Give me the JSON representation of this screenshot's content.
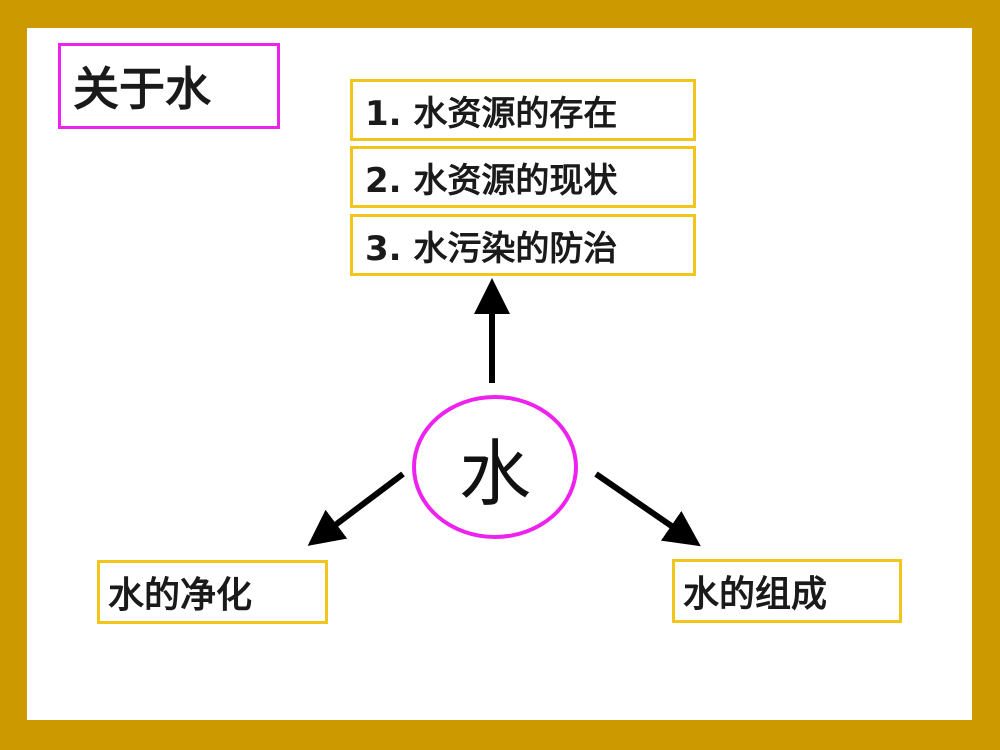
{
  "colors": {
    "frame": "#cc9900",
    "background": "#ffffff",
    "title_border": "#ee22ee",
    "box_border": "#f2c51c",
    "arrow": "#000000"
  },
  "title": "关于水",
  "center": {
    "label": "水"
  },
  "topics": [
    {
      "label": "1. 水资源的存在"
    },
    {
      "label": "2. 水资源的现状"
    },
    {
      "label": "3. 水污染的防治"
    }
  ],
  "left_node": {
    "label": "水的净化"
  },
  "right_node": {
    "label": "水的组成"
  }
}
